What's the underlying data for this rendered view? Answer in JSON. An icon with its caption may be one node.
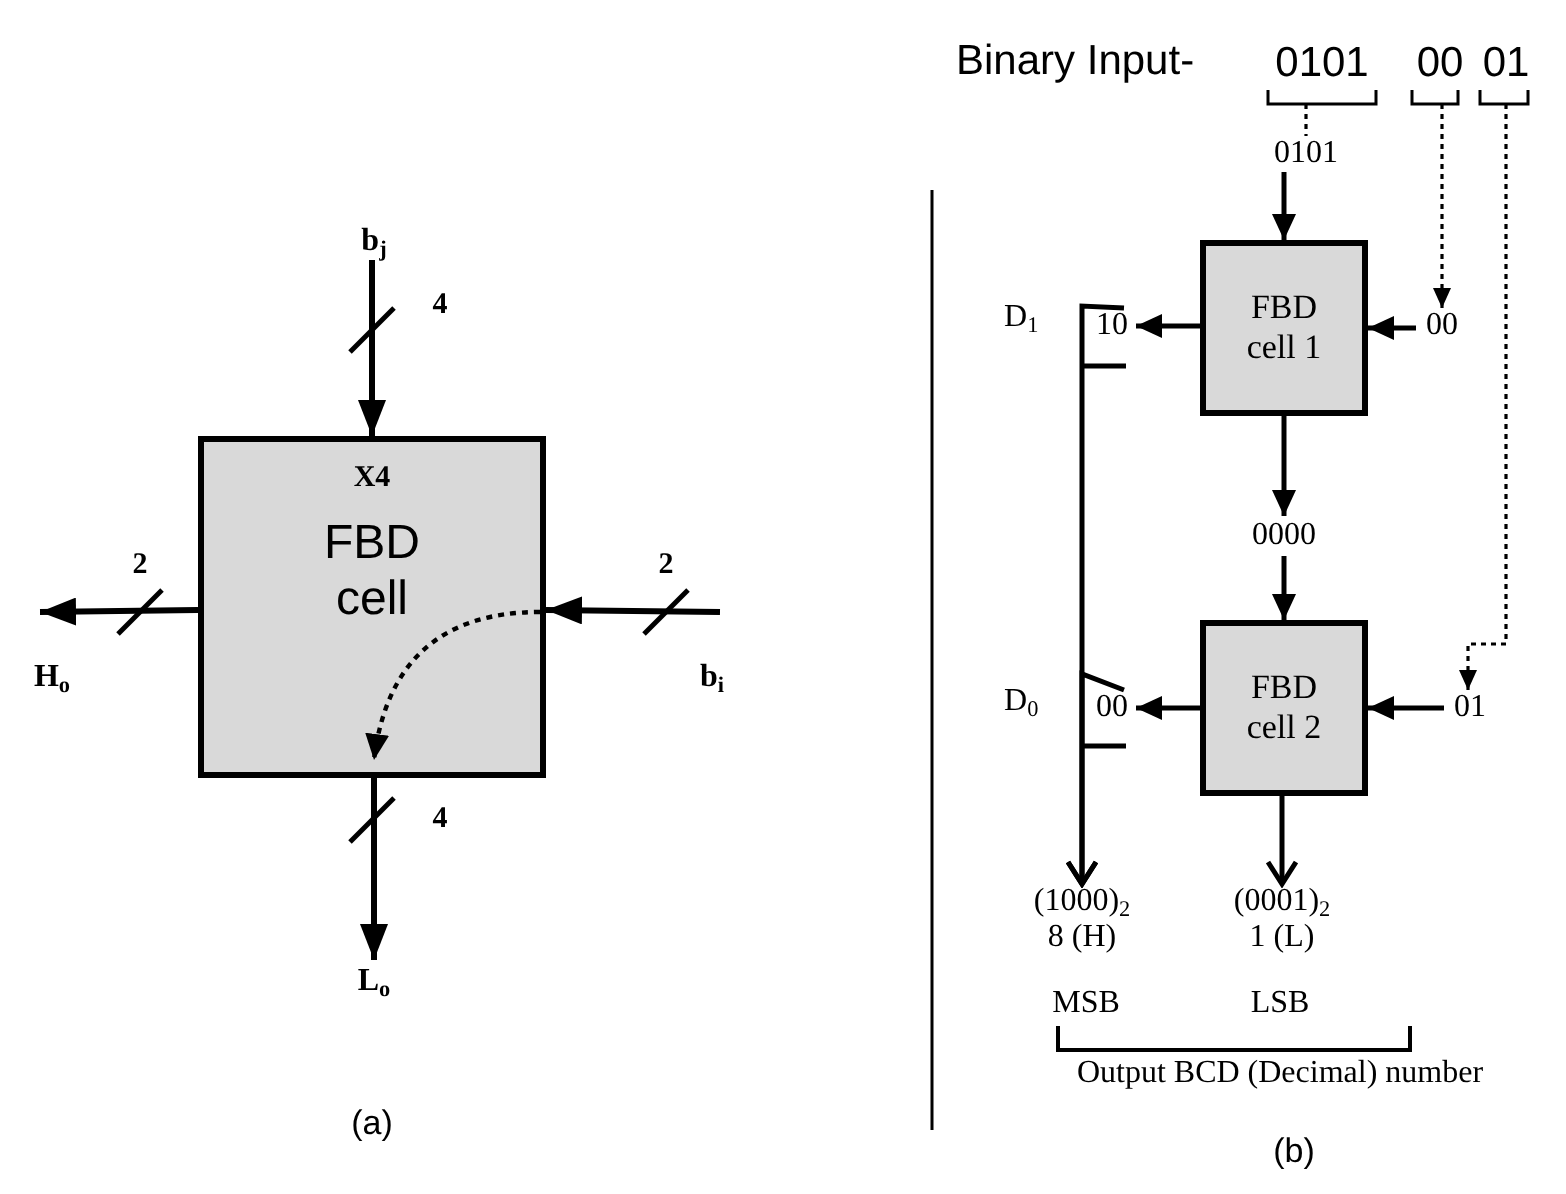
{
  "diagram": {
    "nodes": [
      {
        "text": [
          "X4",
          "FBD cell"
        ]
      },
      {
        "text": [
          "b$_{j}$"
        ]
      },
      {
        "text": [
          "b$_{i}$"
        ]
      },
      {
        "text": [
          "H$_{o}$"
        ]
      },
      {
        "text": [
          "L$_{o}$"
        ]
      },
      {
        "text": [
          "0101"
        ]
      },
      {
        "text": [
          "00"
        ]
      },
      {
        "text": [
          "01"
        ]
      },
      {
        "text": [
          "0101"
        ]
      },
      {
        "text": [
          "FBD cell 1"
        ]
      },
      {
        "text": [
          "00"
        ]
      },
      {
        "text": [
          "10"
        ]
      },
      {
        "text": [
          "0000"
        ]
      },
      {
        "text": [
          "FBD cell 2"
        ]
      },
      {
        "text": [
          "01"
        ]
      },
      {
        "text": [
          "00"
        ]
      },
      {
        "text": [
          "(1000)$_{2}$",
          "8 (H)"
        ]
      },
      {
        "text": [
          "(0001)$_{2}$",
          "1 (L)"
        ]
      }
    ],
    "edges": [
      {
        "from": 1,
        "to": 0,
        "arrow": "to",
        "label": "4"
      },
      {
        "from": 2,
        "to": 0,
        "arrow": "to",
        "label": "2"
      },
      {
        "from": 0,
        "to": 3,
        "arrow": "to",
        "label": "2"
      },
      {
        "from": 0,
        "to": 4,
        "arrow": "to",
        "label": "4"
      },
      {
        "from": 5,
        "to": 8,
        "arrow": "none",
        "style": "dashed"
      },
      {
        "from": 6,
        "to": 10,
        "arrow": "to",
        "style": "dashed"
      },
      {
        "from": 7,
        "to": 14,
        "arrow": "to",
        "style": "dashed"
      },
      {
        "from": 8,
        "to": 9,
        "arrow": "to"
      },
      {
        "from": 10,
        "to": 9,
        "arrow": "to"
      },
      {
        "from": 9,
        "to": 11,
        "arrow": "to"
      },
      {
        "from": 9,
        "to": 12,
        "arrow": "to"
      },
      {
        "from": 12,
        "to": 13,
        "arrow": "to"
      },
      {
        "from": 14,
        "to": 13,
        "arrow": "to"
      },
      {
        "from": 13,
        "to": 15,
        "arrow": "to"
      },
      {
        "from": 13,
        "to": 17,
        "arrow": "to"
      },
      {
        "from": 11,
        "to": 16,
        "arrow": "to"
      },
      {
        "from": 15,
        "to": 16,
        "arrow": "to"
      }
    ],
    "labels": [
      "Binary Input-",
      "D$_{1}$",
      "D$_{0}$",
      "MSB",
      "LSB",
      "Output BCD (Decimal) number",
      "(a)",
      "(b)"
    ]
  }
}
